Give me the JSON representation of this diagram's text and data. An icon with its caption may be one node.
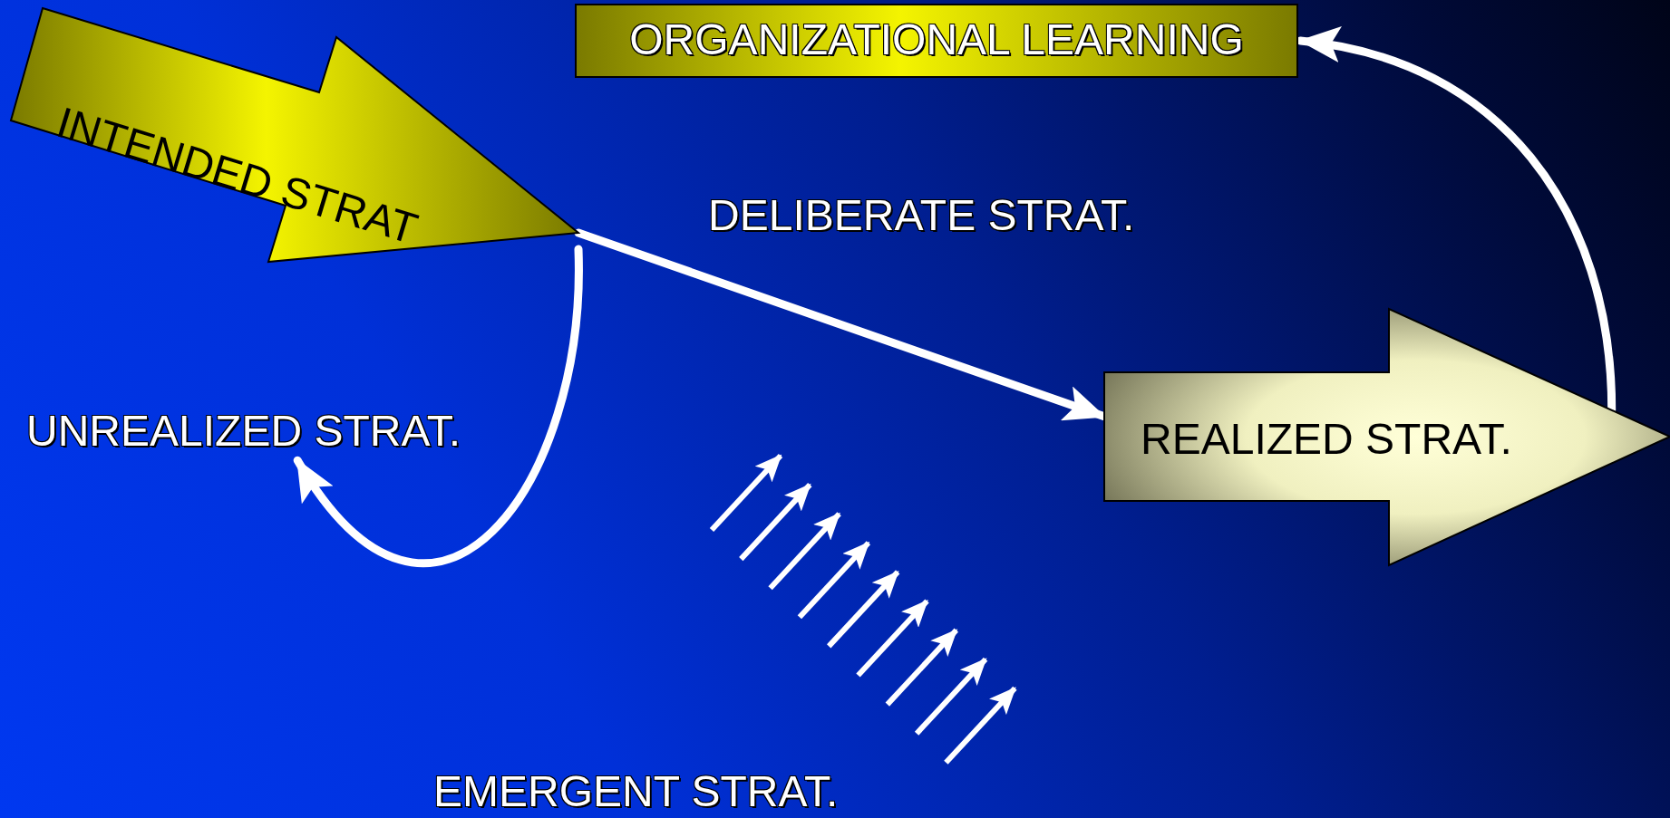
{
  "diagram": {
    "nodes": [
      {
        "text": [
          "INTENDED STRAT"
        ]
      },
      {
        "text": [
          "ORGANIZATIONAL LEARNING"
        ]
      },
      {
        "text": [
          "UNREALIZED STRAT."
        ]
      },
      {
        "text": [
          "REALIZED STRAT."
        ]
      },
      {
        "text": [
          "EMERGENT STRAT."
        ]
      }
    ],
    "edges": [
      {
        "from": 0,
        "to": 3,
        "arrow": "to",
        "label": "DELIBERATE STRAT."
      },
      {
        "from": 0,
        "to": 2,
        "arrow": "to"
      },
      {
        "from": 3,
        "to": 1,
        "arrow": "to"
      }
    ]
  }
}
